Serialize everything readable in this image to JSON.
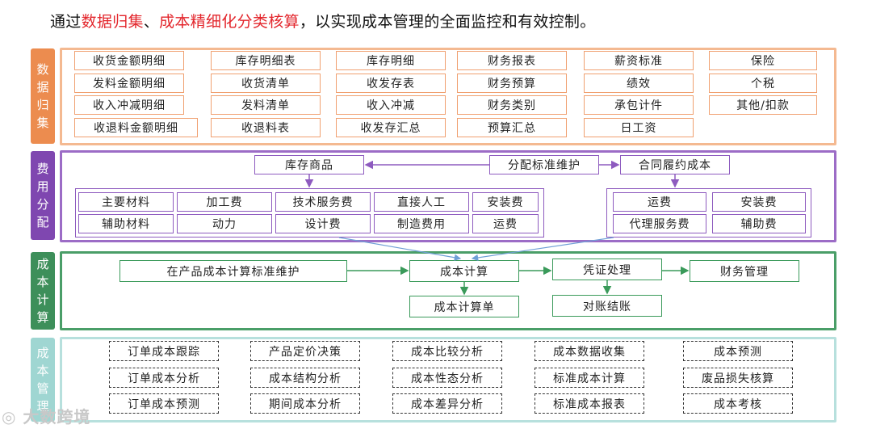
{
  "title": {
    "prefix": "通过",
    "highlight1": "数据归集",
    "sep": "、",
    "highlight2": "成本精细化分类核算",
    "suffix": "，以实现成本管理的全面监控和有效控制。"
  },
  "colors": {
    "orange": "#ec8c4f",
    "purple": "#7f47b0",
    "green": "#3d8f5a",
    "teal": "#9fd6d2",
    "highlight_red": "#e3262c"
  },
  "sections": {
    "data": {
      "label": "数据归集",
      "columns": [
        [
          "收货金额明细",
          "发料金额明细",
          "收入冲减明细",
          "收退料金额明细"
        ],
        [
          "库存明细表",
          "收货清单",
          "发料清单",
          "收退料表"
        ],
        [
          "库存明细",
          "收发存表",
          "收入冲减",
          "收发存汇总"
        ],
        [
          "财务报表",
          "财务预算",
          "财务类别",
          "预算汇总"
        ],
        [
          "薪资标准",
          "绩效",
          "承包计件",
          "日工资"
        ],
        [
          "保险",
          "个税",
          "其他/扣款"
        ]
      ]
    },
    "fee": {
      "label": "费用分配",
      "inventory": "库存商品",
      "rule": "分配标准维护",
      "contract": "合同履约成本",
      "left_items": [
        "主要材料",
        "加工费",
        "技术服务费",
        "直接人工",
        "安装费",
        "辅助材料",
        "动力",
        "设计费",
        "制造费用",
        "运费"
      ],
      "right_items": [
        "运费",
        "安装费",
        "代理服务费",
        "辅助费"
      ]
    },
    "calc": {
      "label": "成本计算",
      "standard": "在产品成本计算标准维护",
      "calc": "成本计算",
      "voucher": "凭证处理",
      "finance": "财务管理",
      "sheet": "成本计算单",
      "reconcile": "对账结账"
    },
    "mgmt": {
      "label": "成本管理",
      "columns": [
        [
          "订单成本跟踪",
          "订单成本分析",
          "订单成本预测"
        ],
        [
          "产品定价决策",
          "成本结构分析",
          "期间成本分析"
        ],
        [
          "成本比较分析",
          "成本性态分析",
          "成本差异分析"
        ],
        [
          "成本数据收集",
          "标准成本计算",
          "标准成本报表"
        ],
        [
          "成本预测",
          "废品损失核算",
          "成本考核"
        ]
      ]
    }
  },
  "watermark": "大数跨境"
}
